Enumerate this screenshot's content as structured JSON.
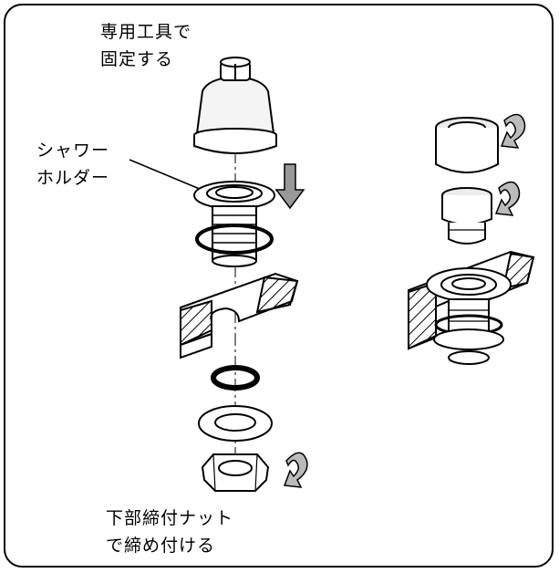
{
  "labels": {
    "tool": {
      "line1": "専用工具で",
      "line2": "固定する"
    },
    "holder": {
      "line1": "シャワー",
      "line2": "ホルダー"
    },
    "nut": {
      "line1": "下部締付ナット",
      "line2": "で締め付ける"
    }
  },
  "colors": {
    "stroke": "#000000",
    "arrow": "#999999",
    "hatch": "#000000",
    "fill": "#ffffff",
    "shade": "#e6e6e6"
  },
  "icons": {
    "down_arrow": "down-arrow-icon",
    "rotate": "rotate-arrow-icon"
  }
}
